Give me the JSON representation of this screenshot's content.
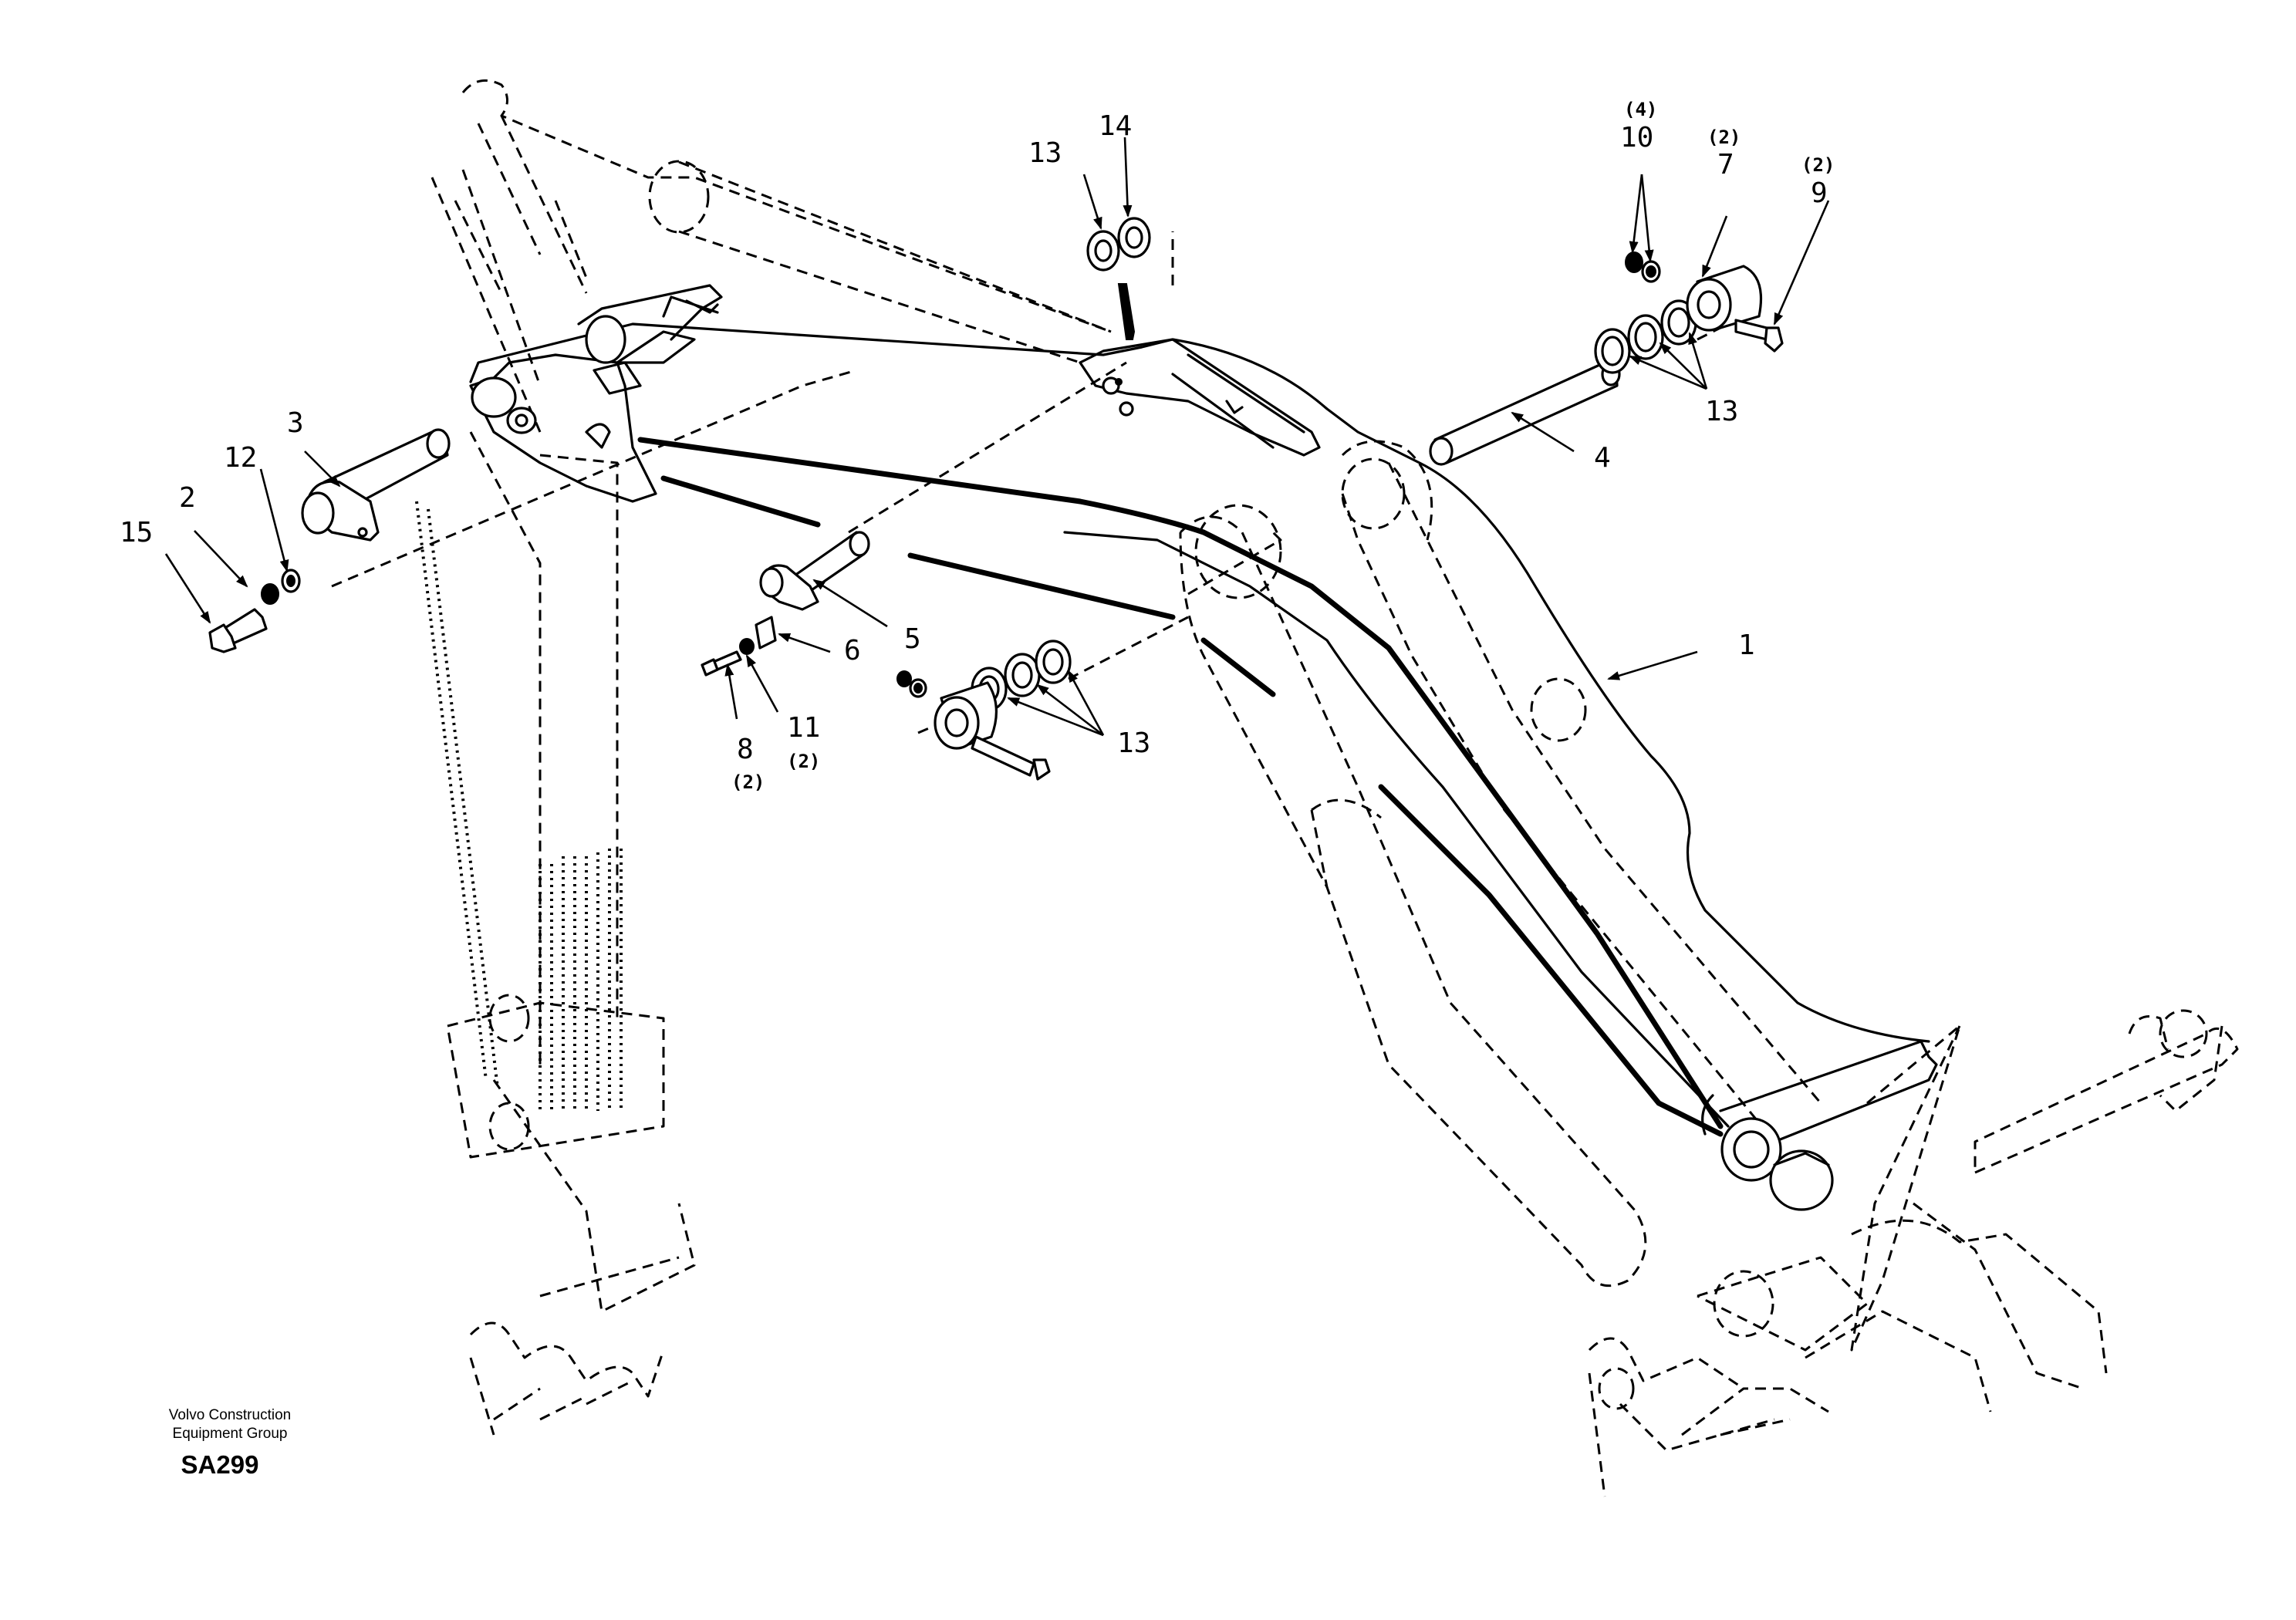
{
  "diagram": {
    "credit_line1": "Volvo Construction",
    "credit_line2": "Equipment Group",
    "drawing_id": "SA299"
  },
  "callouts": {
    "c1": "1",
    "c2": "2",
    "c3": "3",
    "c4": "4",
    "c5": "5",
    "c6": "6",
    "c7": "7",
    "c8": "8",
    "c9": "9",
    "c10": "10",
    "c11": "11",
    "c12": "12",
    "c13a": "13",
    "c13b": "13",
    "c13c": "13",
    "c14": "14",
    "c15": "15"
  },
  "quantities": {
    "q7": "(2)",
    "q8": "(2)",
    "q9": "(2)",
    "q10": "(4)",
    "q11": "(2)"
  },
  "arrow_color": "#000000"
}
